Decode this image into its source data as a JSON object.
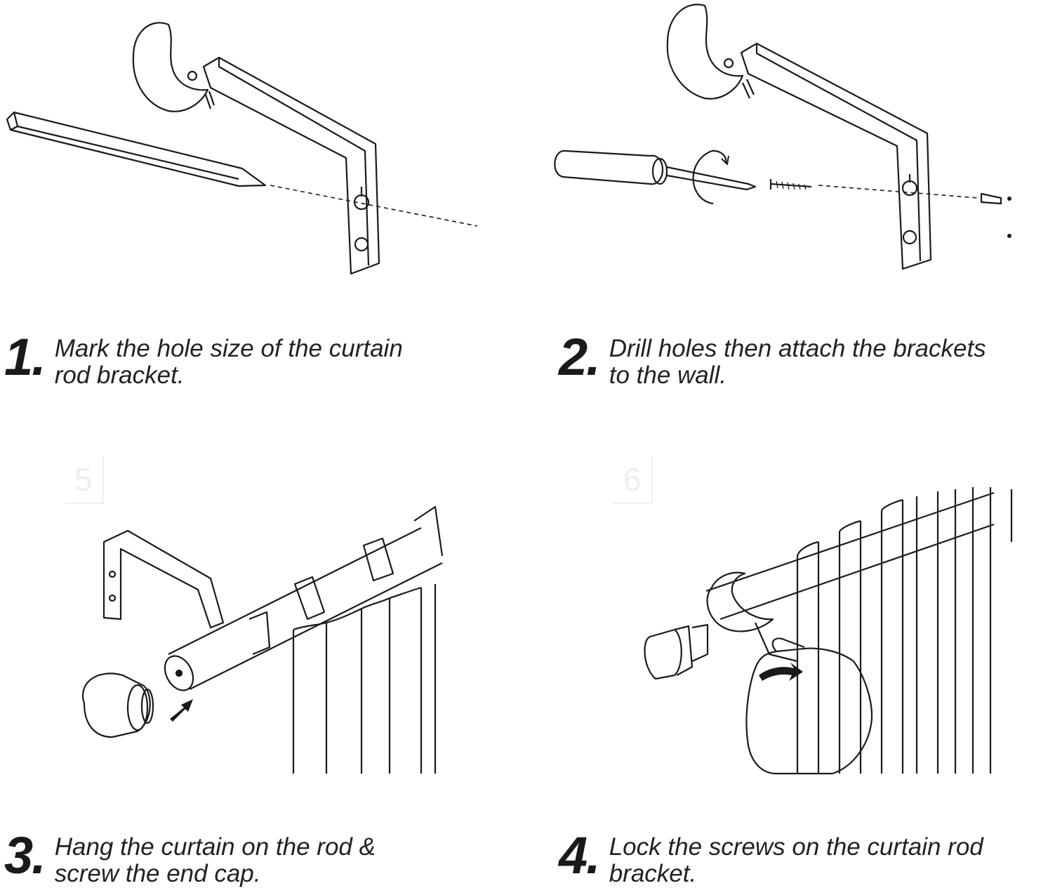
{
  "steps": [
    {
      "number": "1.",
      "text": "Mark the hole size of the curtain\nrod bracket."
    },
    {
      "number": "2.",
      "text": "Drill holes then attach the brackets\nto the wall."
    },
    {
      "number": "3.",
      "text": "Hang the curtain on the rod &\nscrew the end cap."
    },
    {
      "number": "4.",
      "text": "Lock the screws on the curtain rod\nbracket."
    }
  ],
  "ghost_labels": [
    "5",
    "6"
  ],
  "colors": {
    "line": "#1a1a1a",
    "background": "#ffffff"
  }
}
